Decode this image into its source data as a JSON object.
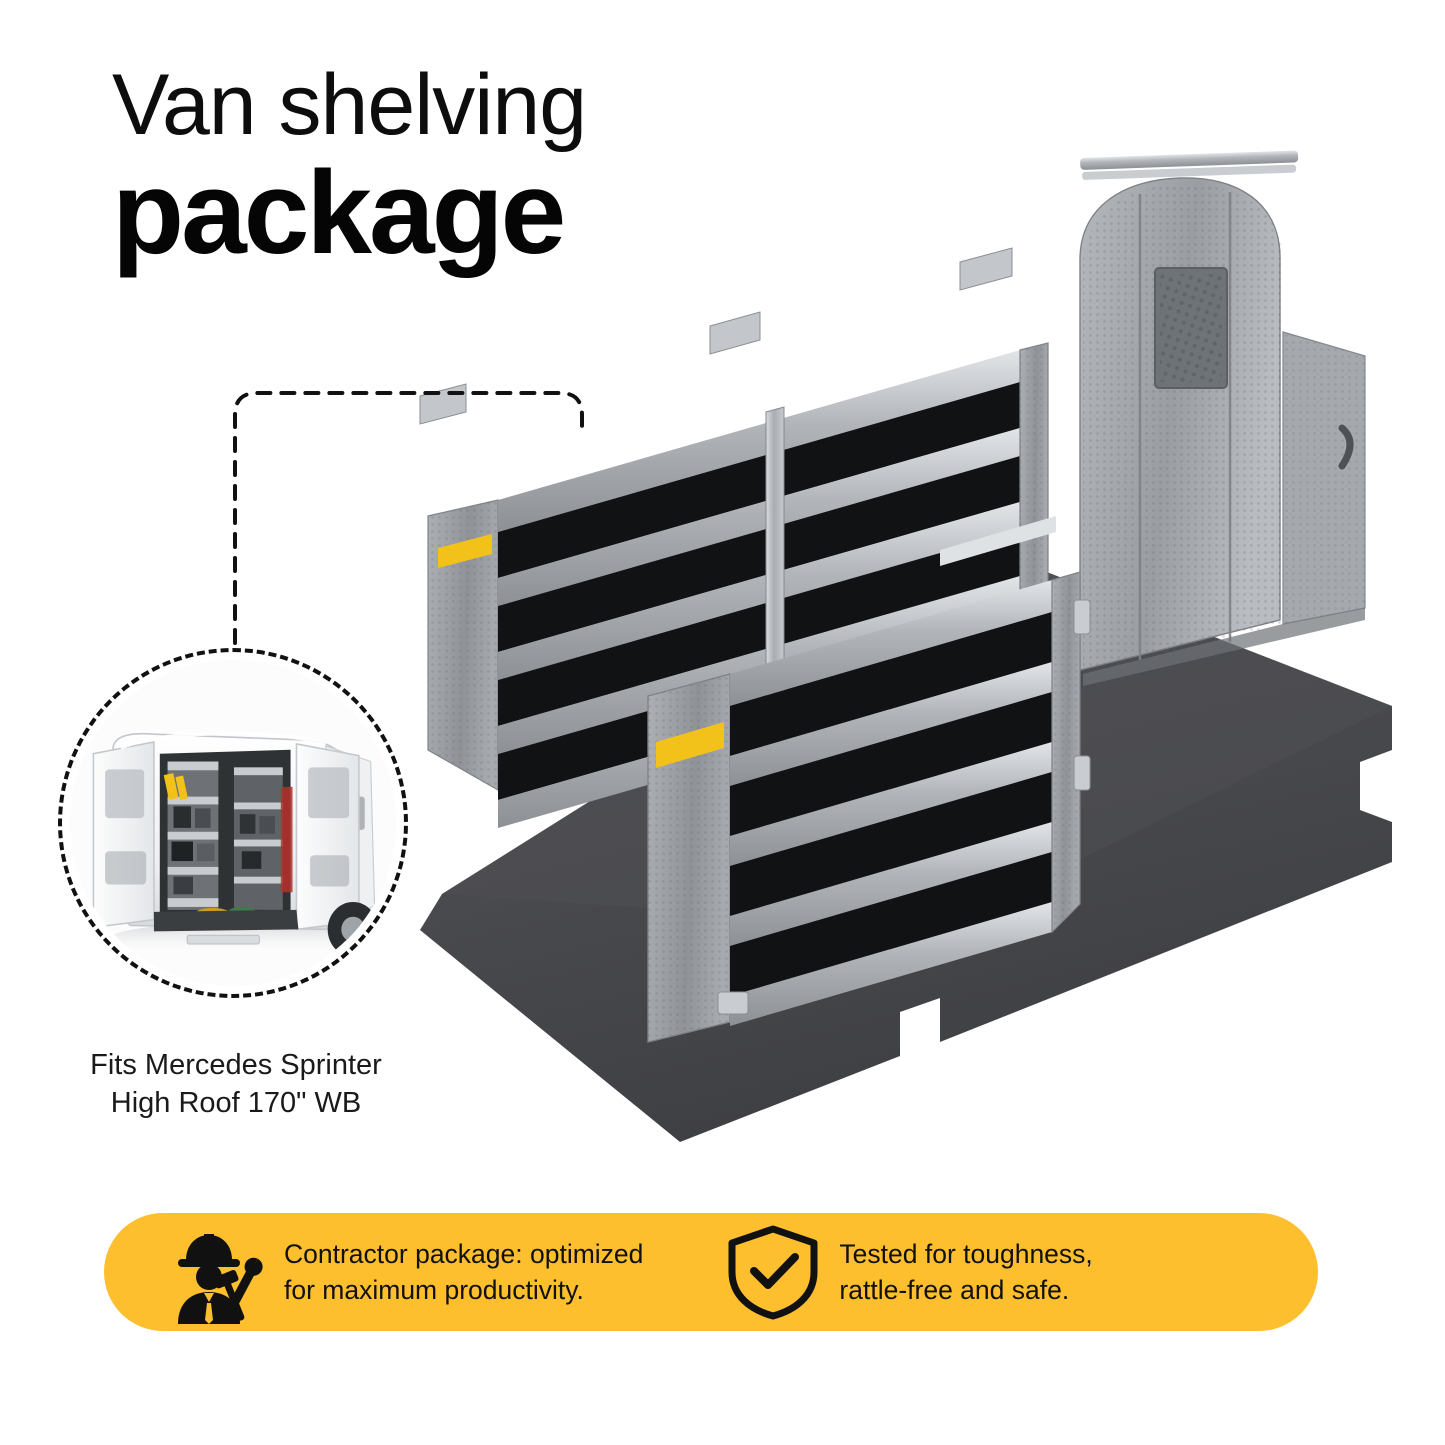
{
  "page": {
    "background_color": "#ffffff",
    "accent_color": "#FDBF2D",
    "text_color": "#111111"
  },
  "title": {
    "line1": "Van shelving",
    "line2": "package"
  },
  "callout": {
    "icon_name": "van-interior-photo",
    "caption_line1": "Fits Mercedes Sprinter",
    "caption_line2": "High Roof 170\" WB",
    "caption_full": "Fits Mercedes Sprinter High Roof 170\" WB"
  },
  "banner": {
    "background_color": "#FDBF2D",
    "features": [
      {
        "icon": "contractor-worker-tools-icon",
        "text": "Contractor package: optimized\nfor maximum productivity."
      },
      {
        "icon": "shield-check-icon",
        "text": "Tested for toughness,\nrattle-free and safe."
      }
    ]
  },
  "product_illustration": {
    "name": "van-shelving-package-render",
    "components": [
      "driver-side-shelving-unit",
      "passenger-side-shelving-unit",
      "bulkhead-partition-with-window",
      "van-floor-liner"
    ],
    "colors": {
      "floor": "#4a4a4c",
      "shelf_face": "#121212",
      "frame_metal": "#b9bcc0",
      "panel_metal": "#8e9296",
      "safety_stripe": "#F2C21B",
      "bulkhead": "#9ea2a6"
    }
  }
}
